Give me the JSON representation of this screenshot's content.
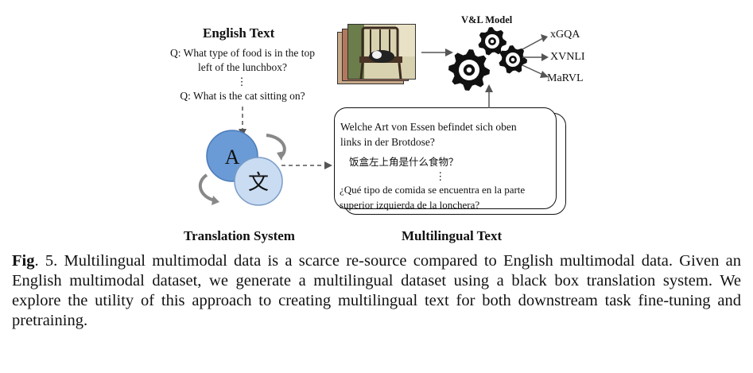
{
  "figure": {
    "english_text": {
      "title": "English Text",
      "q1_line1": "Q: What type of food is in the top",
      "q1_line2": "left of the lunchbox?",
      "ellipsis": "⋮",
      "q2": "Q: What is the cat sitting on?"
    },
    "translation_system": {
      "title": "Translation System",
      "glyph_a": "A",
      "glyph_wen": "文"
    },
    "multilingual_text": {
      "title": "Multilingual Text",
      "de_line1": "Welche Art von Essen befindet sich oben",
      "de_line2": "links in der Brotdose?",
      "zh": "饭盒左上角是什么食物？",
      "ellipsis": "⋮",
      "es_line1": "¿Qué tipo de comida se encuentra en la parte",
      "es_line2": "superior izquierda de la lonchera?"
    },
    "model": {
      "title": "V&L Model",
      "outputs": [
        "xGQA",
        "XVNLI",
        "MaRVL"
      ]
    }
  },
  "caption": {
    "label": "Fig",
    "number": ". 5",
    "text": ". Multilingual multimodal data is a scarce re-source compared to English multimodal data. Given an English multimodal dataset, we generate a multilingual dataset using a black box translation system. We explore the utility of this approach to creating multilingual text for both downstream task fine-tuning and pretraining."
  },
  "colors": {
    "circle_a": "#6a9bd6",
    "circle_wen": "#c9dcf2",
    "gear": "#111111",
    "arrow": "#555555"
  }
}
